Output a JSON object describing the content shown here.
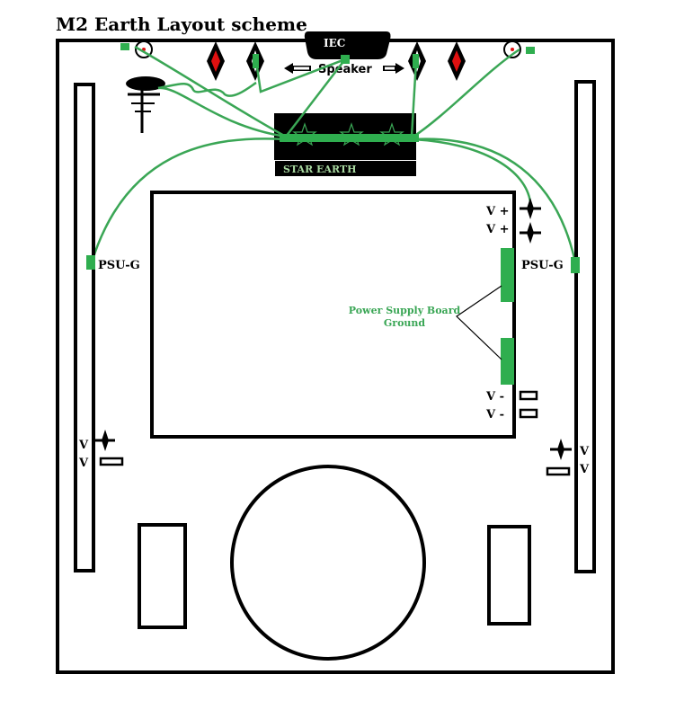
{
  "title": "M2 Earth Layout scheme",
  "labels": {
    "iec": "IEC",
    "speaker": "Speaker",
    "star_earth": "STAR EARTH",
    "psu_g_left": "PSU-G",
    "psu_g_right": "PSU-G",
    "v_plus_1": "V +",
    "v_plus_2": "V +",
    "psb_ground_line1": "Power Supply Board",
    "psb_ground_line2": "Ground",
    "v_minus_1": "V -",
    "v_minus_2": "V -",
    "left_v_1": "V",
    "left_v_2": "V",
    "right_v_1": "V",
    "right_v_2": "V"
  },
  "colors": {
    "wire": "#3aa655",
    "pad": "#2fae4f",
    "outline": "#000000",
    "connector_red": "#e01010",
    "star_text": "#a8d8a0"
  }
}
